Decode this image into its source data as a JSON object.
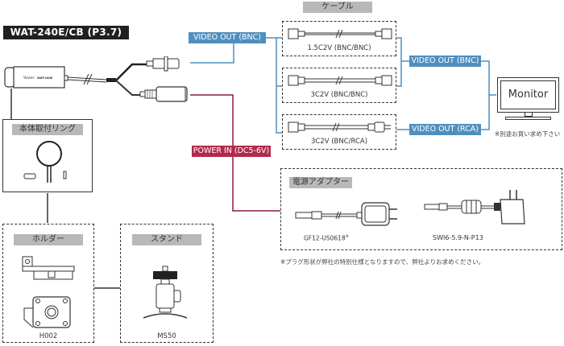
{
  "title": "WAT-240E/CB (P3.7)",
  "camera": {
    "brand_text": "Watec",
    "model_text": "WAT-240E"
  },
  "connections": {
    "video_out_bnc": "VIDEO OUT (BNC)",
    "power_in": "POWER IN (DC5-6V)",
    "video_out_bnc_monitor": "VIDEO OUT (BNC)",
    "video_out_rca_monitor": "VIDEO OUT (RCA)"
  },
  "cables": {
    "header": "ケーブル",
    "items": [
      {
        "label": "1.5C2V (BNC/BNC)"
      },
      {
        "label": "3C2V (BNC/BNC)"
      },
      {
        "label": "3C2V (BNC/RCA)"
      }
    ]
  },
  "monitor": {
    "label": "Monitor",
    "note": "※別途お買い求め下さい"
  },
  "power_adapter": {
    "header": "電源アダプター",
    "items": [
      {
        "label": "GF12-US0618",
        "mark": "※"
      },
      {
        "label": "SWI6-5.9-N-P13"
      }
    ],
    "note": "※プラグ形状が弊社の特別仕様となりますので、弊社よりお求めください。"
  },
  "mount_ring": {
    "header": "本体取付リング"
  },
  "holder": {
    "header": "ホルダー",
    "model": "H002"
  },
  "stand": {
    "header": "スタンド",
    "model": "MS50"
  },
  "colors": {
    "video": "#4f8fbf",
    "power": "#b02a4b",
    "title_bg": "#231f20",
    "header_gray": "#b7b8ba"
  }
}
